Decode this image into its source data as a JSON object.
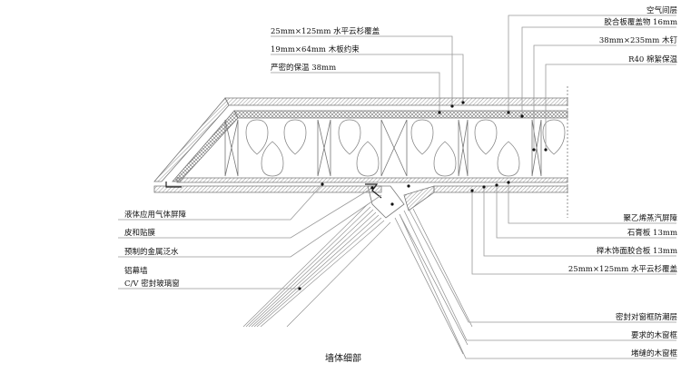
{
  "caption": "墙体细部",
  "labels_top_left": [
    "25mm×125mm 水平云杉覆盖",
    "19mm×64mm 木板约束",
    "严密的保温 38mm"
  ],
  "labels_top_right": [
    "空气间层",
    "胶合板覆盖物 16mm",
    "38mm×235mm 木钉",
    "R40 棉絮保温"
  ],
  "labels_left": [
    "液体应用气体屏障",
    "皮和贴膜",
    "预制的金属泛水",
    "铝幕墙",
    "C/V 密封玻璃窗"
  ],
  "labels_right": [
    "聚乙烯蒸汽屏障",
    "石膏板 13mm",
    "榉木饰面胶合板 13mm",
    "25mm×125mm 水平云杉覆盖"
  ],
  "labels_bottom_right": [
    "密封对窗框防潮层",
    "要求的木窗框",
    "堵缝的木窗框"
  ]
}
